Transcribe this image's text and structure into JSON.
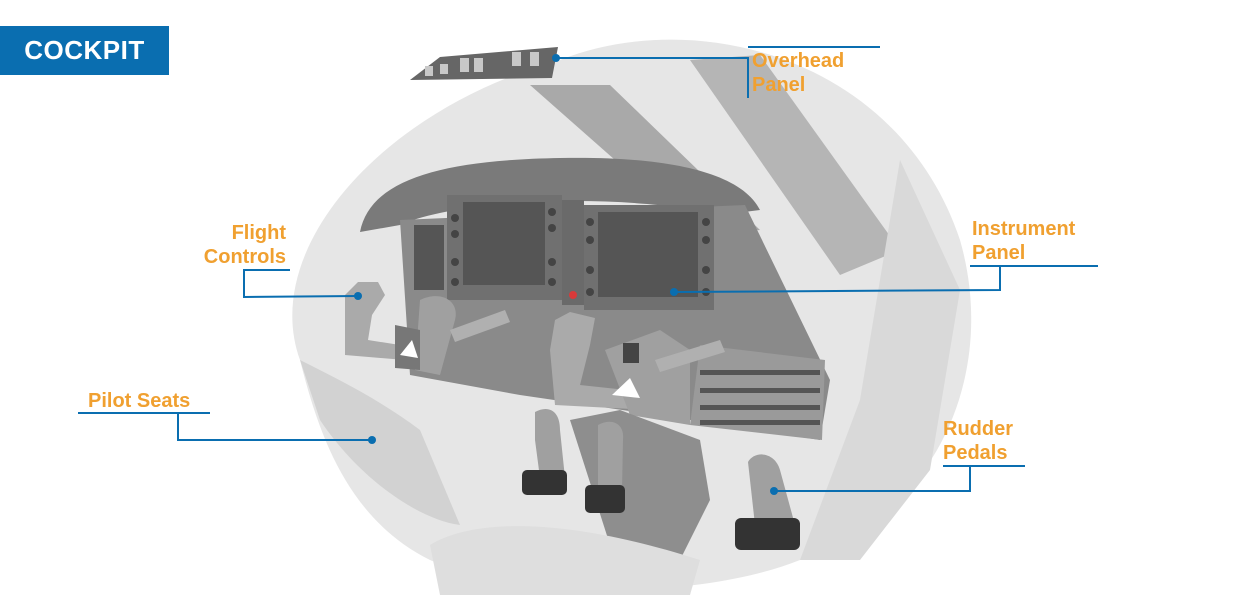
{
  "title": "COCKPIT",
  "colors": {
    "badge": "#0a6eb0",
    "label_text": "#f0a030",
    "leader_line": "#0a6eb0",
    "shell": "#e6e6e6",
    "dash": "#8a8a8a",
    "screen": "#555555"
  },
  "labels": {
    "overhead_panel": [
      "Overhead",
      "Panel"
    ],
    "instrument_panel": [
      "Instrument",
      "Panel"
    ],
    "flight_controls": [
      "Flight",
      "Controls"
    ],
    "pilot_seats": [
      "Pilot Seats"
    ],
    "rudder_pedals": [
      "Rudder",
      "Pedals"
    ]
  }
}
